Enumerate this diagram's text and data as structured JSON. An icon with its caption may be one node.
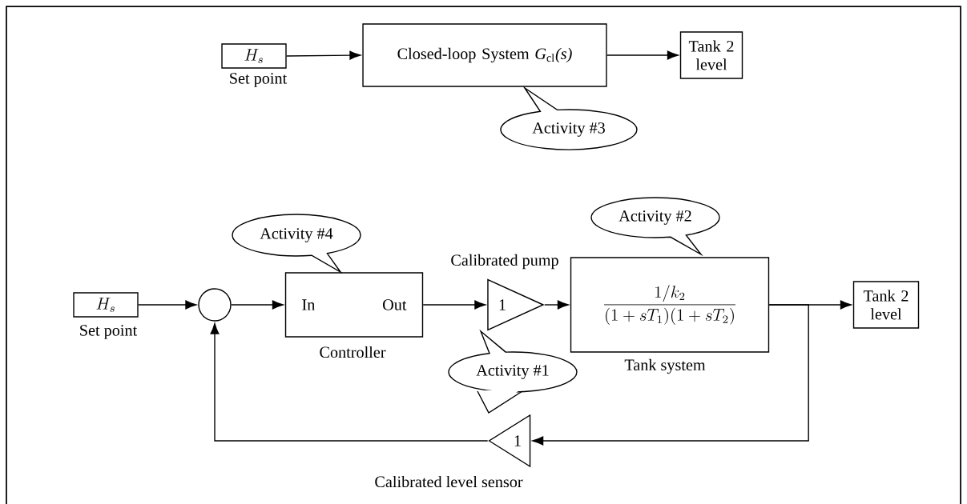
{
  "diagram": {
    "nodes": [
      {
        "text": [
          "H_s"
        ],
        "beside": [
          "Set point"
        ]
      },
      {
        "text": [
          "Closed-loop System *G*$_{cl}$*(s)*"
        ]
      },
      {
        "text": [
          "Tank 2 level"
        ]
      },
      {
        "text": [
          "Activity #3"
        ]
      },
      {
        "text": [
          "H_s"
        ],
        "beside": [
          "Set point"
        ]
      },
      {
        "text": [],
        "shape": "circle"
      },
      {
        "text": [
          "In",
          "Out"
        ],
        "beside": [
          "Controller"
        ]
      },
      {
        "text": [
          "Activity #4"
        ]
      },
      {
        "text": [
          "1"
        ],
        "beside": [
          "Calibrated pump"
        ]
      },
      {
        "text": [
          "Activity #1"
        ]
      },
      {
        "text": [
          "\\frac{1/k_2}{(1+sT_1)(1+sT_2)}"
        ],
        "beside": [
          "Tank system"
        ]
      },
      {
        "text": [
          "Activity #2"
        ]
      },
      {
        "text": [
          "Tank 2 level"
        ]
      },
      {
        "text": [
          "1"
        ],
        "beside": [
          "Calibrated level sensor"
        ]
      }
    ],
    "edges": [
      {
        "from": 0,
        "to": 1,
        "arrow": "to"
      },
      {
        "from": 1,
        "to": 2,
        "arrow": "to"
      },
      {
        "from": 4,
        "to": 5,
        "arrow": "to"
      },
      {
        "from": 5,
        "to": 6,
        "arrow": "to"
      },
      {
        "from": 6,
        "to": 8,
        "arrow": "to"
      },
      {
        "from": 8,
        "to": 10,
        "arrow": "to"
      },
      {
        "from": 10,
        "to": 12,
        "arrow": "to"
      },
      {
        "from": 10,
        "to": 13,
        "arrow": "to"
      },
      {
        "from": 13,
        "to": 5,
        "arrow": "to"
      }
    ]
  }
}
